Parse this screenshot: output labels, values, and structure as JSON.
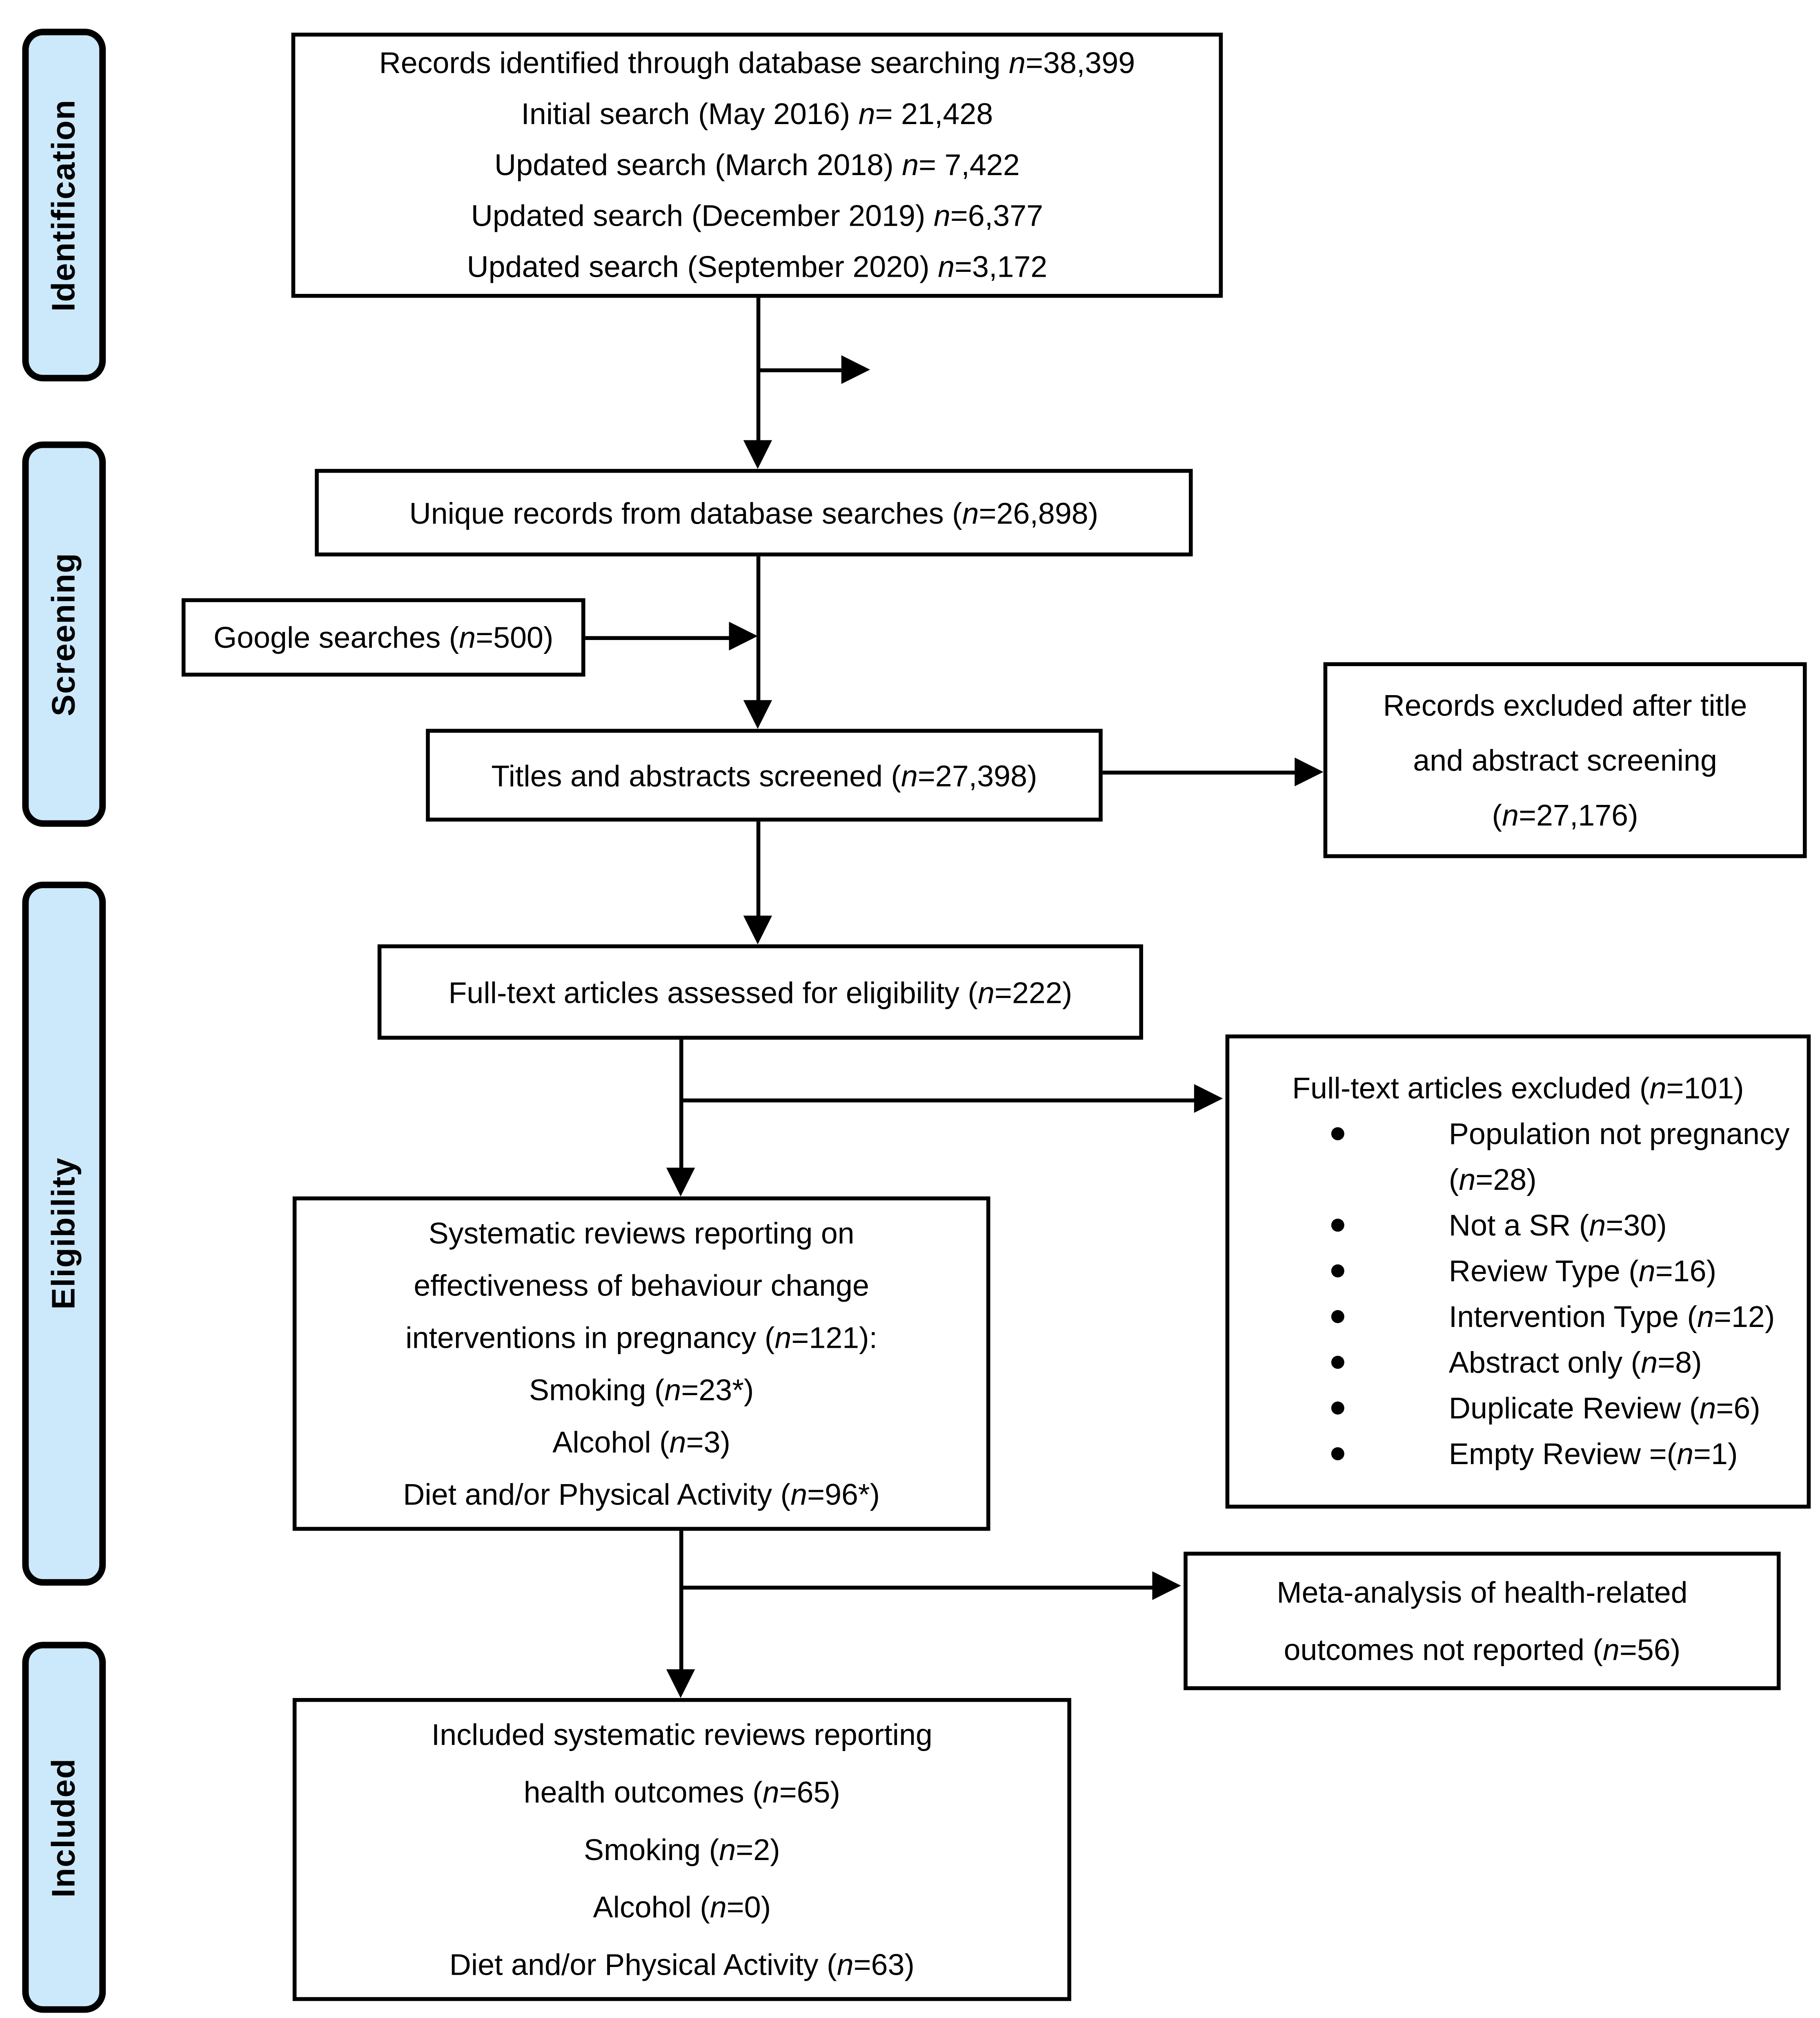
{
  "figure_name": "PRISMA flow diagram of study selection",
  "stages": [
    "Identification",
    "Screening",
    "Eligibility",
    "Included"
  ],
  "flow": {
    "records_identified": {
      "lines": [
        "Records identified through database searching n=38,399",
        "Initial search (May 2016) n= 21,428",
        "Updated search (March 2018) n= 7,422",
        "Updated search (December 2019) n=6,377",
        "Updated search (September 2020) n=3,172"
      ]
    },
    "unique_records": {
      "text": "Unique records from database searches (n=26,898)"
    },
    "google_searches": {
      "text": "Google searches (n=500)"
    },
    "titles_abstracts_screened": {
      "text": "Titles and abstracts screened (n=27,398)"
    },
    "records_excluded_title_abstract": {
      "lines": [
        "Records excluded after title",
        "and abstract screening",
        "(n=27,176)"
      ]
    },
    "fulltext_assessed": {
      "text": "Full-text articles assessed for eligibility (n=222)"
    },
    "fulltext_excluded": {
      "title": "Full-text articles excluded (n=101)",
      "bullets": [
        "Population not pregnancy (n=28)",
        "Not a SR (n=30)",
        "Review Type (n=16)",
        "Intervention Type (n=12)",
        "Abstract only (n=8)",
        "Duplicate Review (n=6)",
        "Empty Review =(n=1)"
      ]
    },
    "systematic_reviews_reporting": {
      "lines": [
        "Systematic reviews reporting on",
        "effectiveness of behaviour change",
        "interventions in pregnancy (n=121):",
        "Smoking (n=23*)",
        "Alcohol (n=3)",
        "Diet and/or Physical Activity (n=96*)"
      ]
    },
    "meta_analysis_not_reported": {
      "lines": [
        "Meta-analysis of health-related",
        "outcomes not reported (n=56)"
      ]
    },
    "included_reviews": {
      "lines": [
        "Included systematic reviews reporting",
        "health outcomes (n=65)",
        "Smoking (n=2)",
        "Alcohol (n=0)",
        "Diet and/or Physical Activity (n=63)"
      ]
    }
  },
  "colors": {
    "stage_fill": "#cce9fc",
    "line": "#000000",
    "box_background": "#ffffff"
  }
}
